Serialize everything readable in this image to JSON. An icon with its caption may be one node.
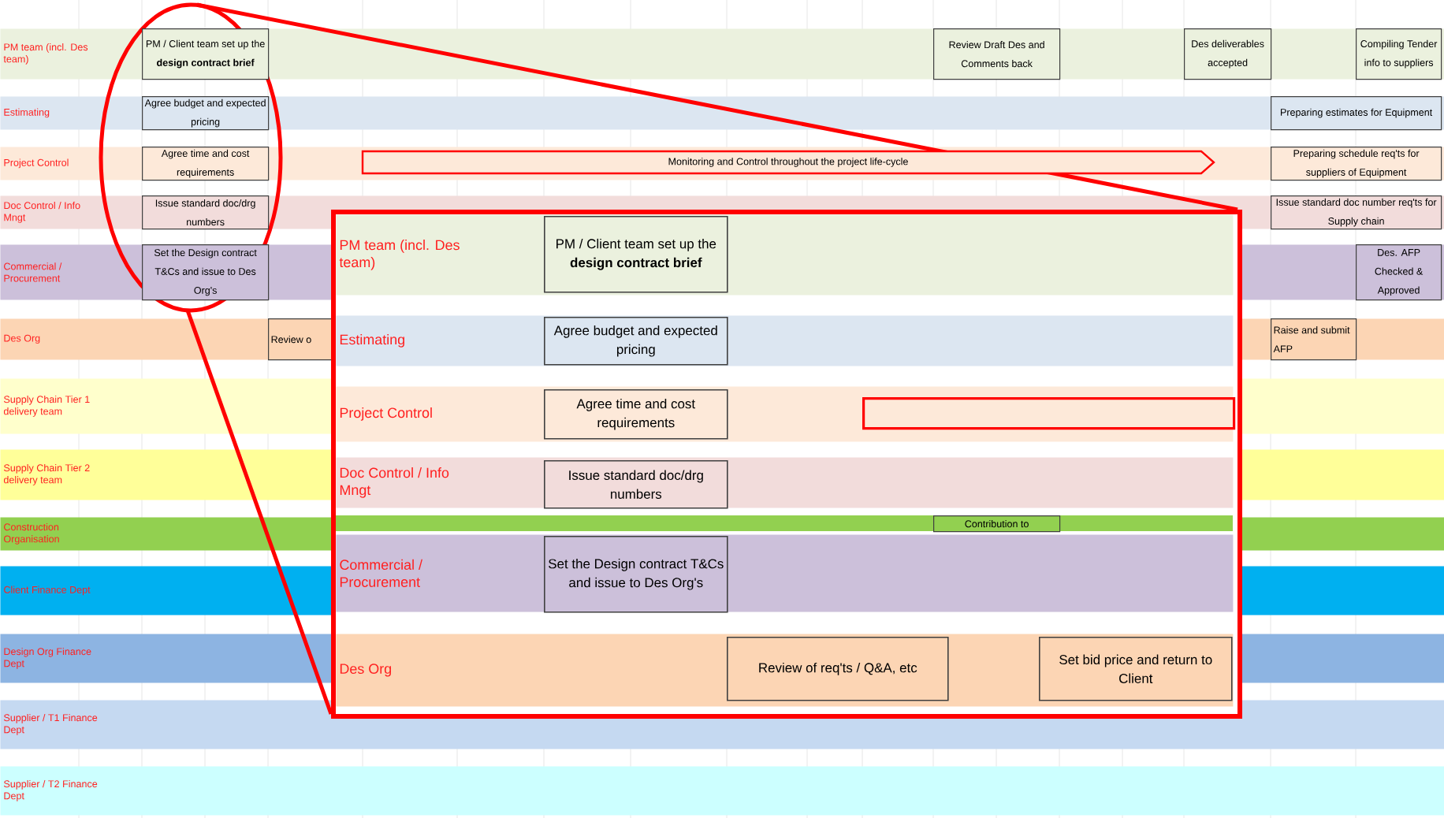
{
  "diagram": {
    "nodes": [
      {
        "text": [
          "PM team (incl. Des team)"
        ]
      },
      {
        "text": [
          "Estimating"
        ]
      },
      {
        "text": [
          "Project Control"
        ]
      },
      {
        "text": [
          "Doc Control / Info Mngt"
        ]
      },
      {
        "text": [
          "Commercial / Procurement"
        ]
      },
      {
        "text": [
          "Des Org"
        ]
      },
      {
        "text": [
          "Supply Chain Tier 1 delivery team"
        ]
      },
      {
        "text": [
          "Supply Chain Tier 2 delivery team"
        ]
      },
      {
        "text": [
          "Construction Organisation"
        ]
      },
      {
        "text": [
          "Client Finance Dept"
        ]
      },
      {
        "text": [
          "Design Org Finance Dept"
        ]
      },
      {
        "text": [
          "Supplier / T1 Finance Dept"
        ]
      },
      {
        "text": [
          "Supplier / T2 Finance Dept"
        ]
      },
      {
        "text": [
          "PM / Client team set up the **design contract brief**"
        ],
        "in": 0
      },
      {
        "text": [
          "Review Draft Des and Comments back"
        ],
        "in": 0
      },
      {
        "text": [
          "Des deliverables accepted"
        ],
        "in": 0
      },
      {
        "text": [
          "Compiling Tender info to suppliers"
        ],
        "in": 0
      },
      {
        "text": [
          "Agree budget and expected pricing"
        ],
        "in": 1
      },
      {
        "text": [
          "Preparing estimates for Equipment"
        ],
        "in": 1
      },
      {
        "text": [
          "Agree time and cost requirements"
        ],
        "in": 2
      },
      {
        "text": [
          "Monitoring and Control throughout the project life-cycle"
        ],
        "in": 2
      },
      {
        "text": [
          "Preparing schedule req'ts for suppliers of Equipment"
        ],
        "in": 2
      },
      {
        "text": [
          "Issue standard doc/drg numbers"
        ],
        "in": 3
      },
      {
        "text": [
          "Issue standard doc number req'ts for Supply chain"
        ],
        "in": 3
      },
      {
        "text": [
          "Set the Design contract T&Cs and issue to Des Org's"
        ],
        "in": 4
      },
      {
        "text": [
          "Des. AFP Checked & Approved"
        ],
        "in": 4
      },
      {
        "text": [
          "Review o"
        ],
        "in": 5
      },
      {
        "text": [
          "Raise and submit AFP"
        ],
        "in": 5
      },
      {
        "text": [
          "Contribution to"
        ]
      },
      {
        "text": [],
        "shape": "box"
      },
      {
        "text": [
          "PM team (incl. Des team)"
        ],
        "in": 29
      },
      {
        "text": [
          "PM / Client team set up the **design contract brief**"
        ],
        "in": 30
      },
      {
        "text": [
          "Estimating"
        ],
        "in": 29
      },
      {
        "text": [
          "Agree budget and expected pricing"
        ],
        "in": 32
      },
      {
        "text": [
          "Project Control"
        ],
        "in": 29
      },
      {
        "text": [
          "Agree time and cost requirements"
        ],
        "in": 34
      },
      {
        "text": [],
        "shape": "bar",
        "in": 34
      },
      {
        "text": [
          "Doc Control / Info Mngt"
        ],
        "in": 29
      },
      {
        "text": [
          "Issue standard doc/drg numbers"
        ],
        "in": 37
      },
      {
        "text": [
          "Commercial / Procurement"
        ],
        "in": 29
      },
      {
        "text": [
          "Set the Design contract T&Cs and issue to Des Org's"
        ],
        "in": 39
      },
      {
        "text": [
          "Des Org"
        ],
        "in": 29
      },
      {
        "text": [
          "Review of req'ts / Q&A, etc"
        ],
        "in": 41
      },
      {
        "text": [
          "Set bid price and return to Client"
        ],
        "in": 41
      }
    ]
  }
}
